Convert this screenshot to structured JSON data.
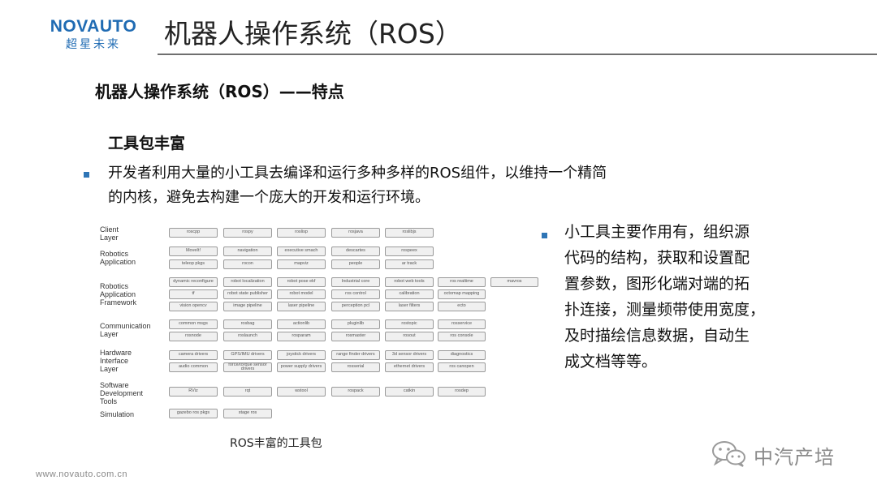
{
  "logo": {
    "brand": "NOVAUTO",
    "chinese": "超星未来"
  },
  "title": "机器人操作系统（ROS）",
  "subtitle": "机器人操作系统（ROS）——特点",
  "section_heading": "工具包丰富",
  "bullet1": {
    "line1": "开发者利用大量的小工具去编译和运行多种多样的ROS组件，以维持一个精简",
    "line2": "的内核，避免去构建一个庞大的开发和运行环境。"
  },
  "bullet2": {
    "lines": [
      "小工具主要作用有，组织源",
      "代码的结构，获取和设置配",
      "置参数，图形化端对端的拓",
      "扑连接，测量频带使用宽度，",
      "及时描绘信息数据，自动生",
      "成文档等等。"
    ]
  },
  "diagram": {
    "layers": [
      {
        "label": "Client\nLayer"
      },
      {
        "label": "Robotics\nApplication"
      },
      {
        "label": "Robotics\nApplication\nFramework"
      },
      {
        "label": "Communication\nLayer"
      },
      {
        "label": "Hardware\nInterface\nLayer"
      },
      {
        "label": "Software\nDevelopment\nTools"
      },
      {
        "label": "Simulation"
      }
    ],
    "packages": [
      "roscpp",
      "rospy",
      "roslisp",
      "rosjava",
      "roslibjs",
      "MoveIt!",
      "navigation",
      "executive smach",
      "descartes",
      "rospeex",
      "teleop pkgs",
      "rocon",
      "mapviz",
      "people",
      "ar track",
      "dynamic reconfigure",
      "robot localization",
      "robot pose ekf",
      "Industrial core",
      "robot web tools",
      "ros realtime",
      "mavros",
      "tf",
      "robot state publisher",
      "robot model",
      "ros control",
      "calibration",
      "octomap mapping",
      "vision opencv",
      "image pipeline",
      "laser pipeline",
      "perception pcl",
      "laser filters",
      "ecto",
      "common msgs",
      "rosbag",
      "actionlib",
      "pluginlib",
      "rostopic",
      "rosservice",
      "rosnode",
      "roslaunch",
      "rosparam",
      "rosmaster",
      "rosout",
      "ros console",
      "camera drivers",
      "GPS/IMU drivers",
      "joystick drivers",
      "range finder drivers",
      "3d sensor drivers",
      "diagnostics",
      "audio common",
      "force/torque sensor drivers",
      "power supply drivers",
      "rosserial",
      "ethernet drivers",
      "ros canopen",
      "RViz",
      "rqt",
      "wstool",
      "rospack",
      "catkin",
      "rosdep",
      "gazebo ros pkgs",
      "stage ros"
    ]
  },
  "caption": "ROS丰富的工具包",
  "footer": {
    "website": "www.novauto.com.cn"
  },
  "watermark": {
    "text": "中汽产培"
  },
  "colors": {
    "logo_blue": "#1f6bb3",
    "bullet_blue": "#2e75b6",
    "rule_gray": "#6f6f6f"
  }
}
